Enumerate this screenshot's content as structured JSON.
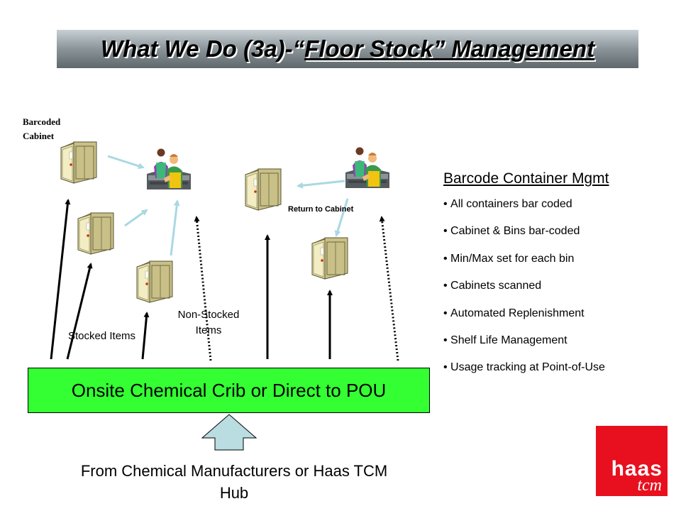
{
  "title": {
    "prefix": "What We Do (3a)-“",
    "underlined": "Floor Stock” Management"
  },
  "labels": {
    "barcoded_cabinet": "Barcoded Cabinet",
    "return_to_cabinet": "Return to Cabinet",
    "stocked_items": "Stocked Items",
    "non_stocked_items": "Non-Stocked Items"
  },
  "crib_box": "Onsite Chemical Crib or Direct to POU",
  "source": "From Chemical Manufacturers or Haas TCM Hub",
  "panel": {
    "heading": "Barcode Container Mgmt",
    "items": [
      "All containers bar coded",
      "Cabinet & Bins bar-coded",
      "Min/Max set for each bin",
      "Cabinets scanned",
      "Automated Replenishment",
      "Shelf Life Management",
      "Usage tracking at Point-of-Use"
    ]
  },
  "logo": {
    "haas": "haas",
    "tcm": "tcm"
  },
  "colors": {
    "crib_green": "#33ff33",
    "flow_arrow": "#add8e6",
    "logo_red": "#e8101e",
    "inbound_arrow": "#b9dde0"
  },
  "icons": [
    "cabinet-icon",
    "workers-icon",
    "up-arrow-icon"
  ]
}
